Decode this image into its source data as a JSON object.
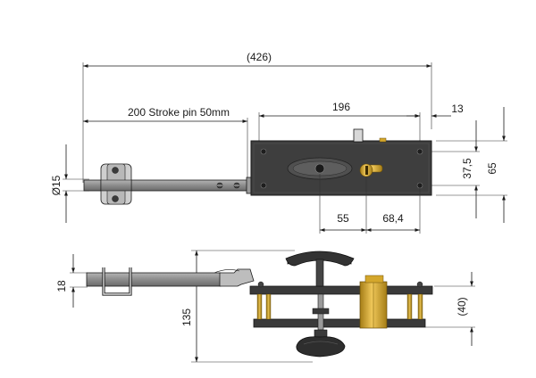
{
  "colors": {
    "line": "#1a1a1a",
    "lock_body": "#3e3e3e",
    "lock_body_dark": "#2a2a2a",
    "rod": "#8c8c8c",
    "rod_dark": "#6f6f6f",
    "brass": "#d4a72c",
    "brass_dark": "#a17a16",
    "bracket": "#cfcfcf",
    "plate_light": "#e9e9e9"
  },
  "top_view": {
    "overall_length": "(426)",
    "stroke_label": "200 Stroke pin 50mm",
    "body_length": "196",
    "faceplate": "13",
    "handle_offset": "55",
    "cylinder_offset": "68,4",
    "screw_spacing": "37,5",
    "body_height": "65",
    "pin_diameter": "Ø15"
  },
  "side_view": {
    "rod_height": "18",
    "handle_reach": "135",
    "depth": "(40)"
  }
}
